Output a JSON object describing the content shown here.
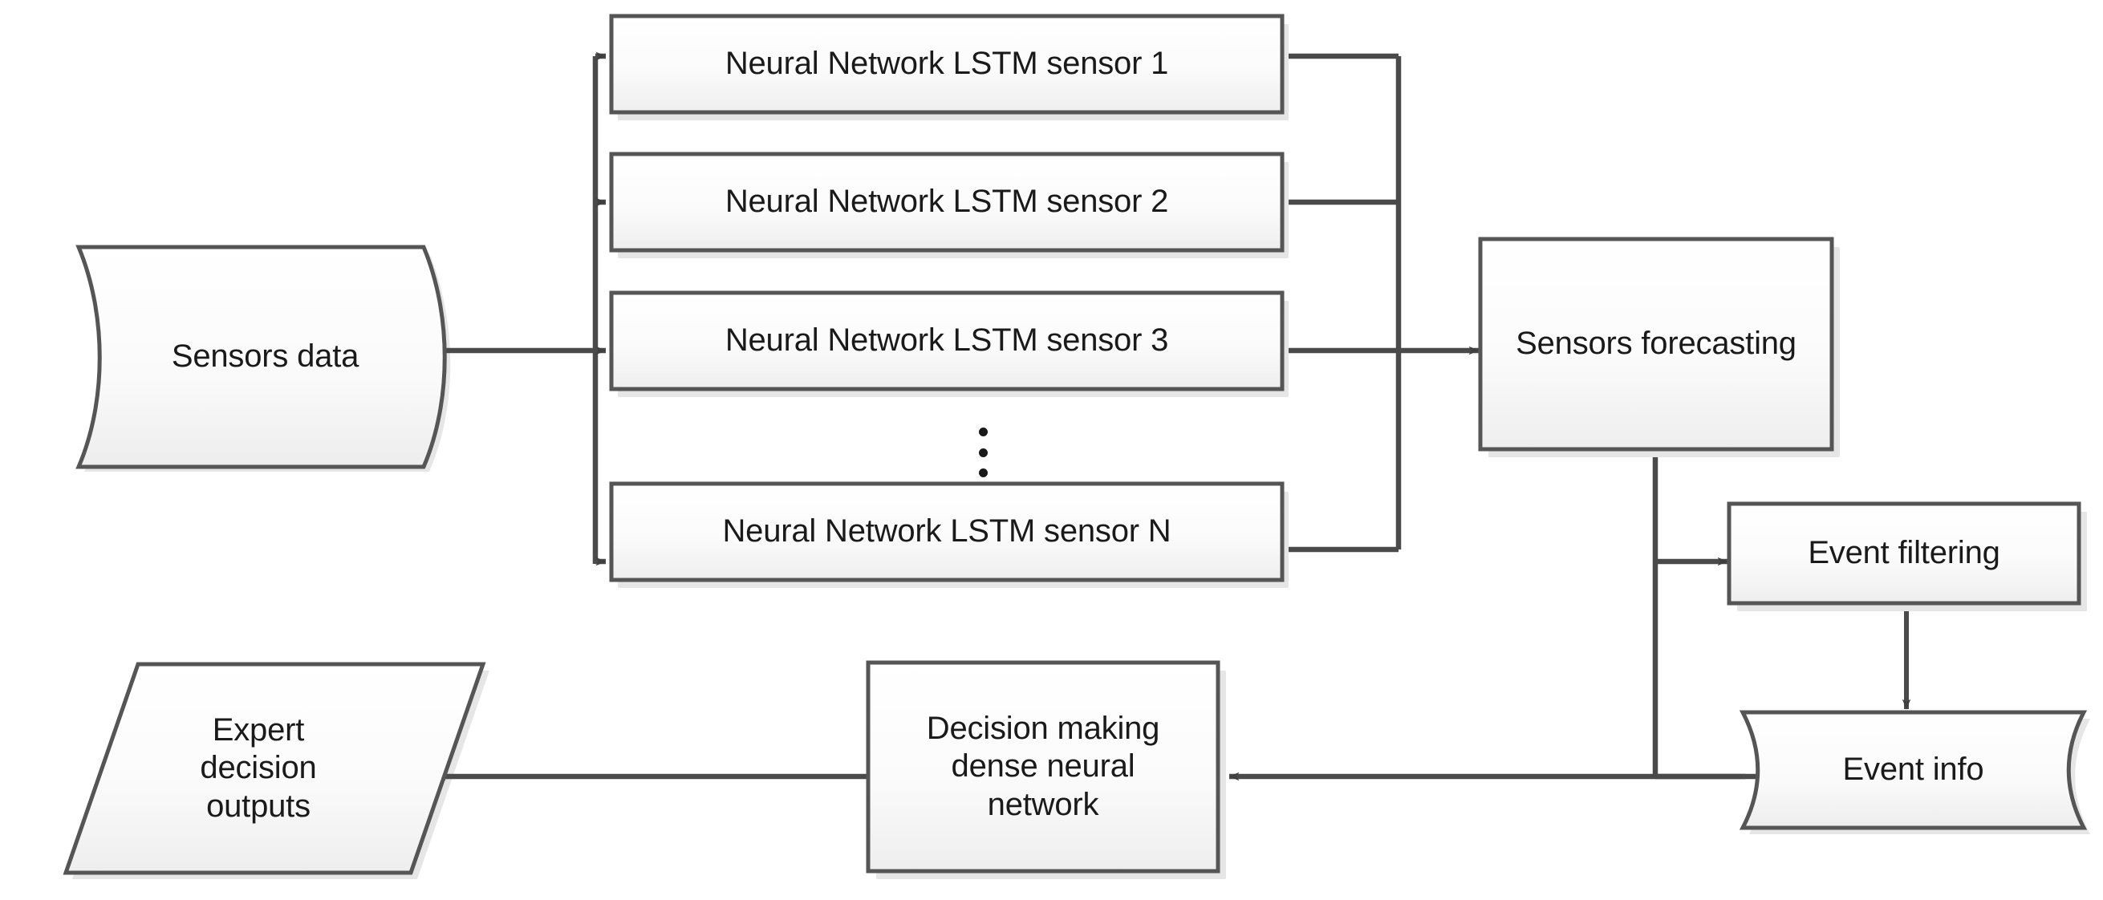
{
  "diagram": {
    "title": "Sensor LSTM forecasting and expert decision pipeline",
    "background_color": "#ffffff",
    "stroke_color": "#555555",
    "arrow_color": "#3f3f3f",
    "node_fill_top": "#ffffff",
    "node_fill_bottom": "#eeeeee",
    "text_color": "#1a1a1a"
  },
  "nodes": {
    "sensors_data": {
      "label": "Sensors data",
      "shape": "data-wave"
    },
    "lstm_sensor_1": {
      "label": "Neural Network LSTM sensor 1",
      "shape": "process-rect"
    },
    "lstm_sensor_2": {
      "label": "Neural Network LSTM sensor 2",
      "shape": "process-rect"
    },
    "lstm_sensor_3": {
      "label": "Neural Network LSTM sensor 3",
      "shape": "process-rect"
    },
    "lstm_sensor_n": {
      "label": "Neural Network LSTM sensor N",
      "shape": "process-rect"
    },
    "sensors_forecasting": {
      "label": "Sensors forecasting",
      "shape": "process-rect"
    },
    "event_filtering": {
      "label": "Event filtering",
      "shape": "process-rect"
    },
    "event_info": {
      "label": "Event info",
      "shape": "data-wave"
    },
    "decision_making": {
      "label": "Decision making\ndense neural\nnetwork",
      "shape": "process-rect"
    },
    "expert_decision_outputs": {
      "label": "Expert\ndecision\noutputs",
      "shape": "parallelogram"
    }
  },
  "ellipsis": {
    "label": "vertical-ellipsis",
    "dot_count": 3
  },
  "edges": [
    {
      "name": "sensors-data-to-lstm-bus",
      "from": "sensors_data",
      "to": "lstm-fanout-bus",
      "arrow": false
    },
    {
      "name": "bus-to-lstm-sensor-1",
      "from": "lstm-fanout-bus",
      "to": "lstm_sensor_1",
      "arrow": true
    },
    {
      "name": "bus-to-lstm-sensor-2",
      "from": "lstm-fanout-bus",
      "to": "lstm_sensor_2",
      "arrow": true
    },
    {
      "name": "bus-to-lstm-sensor-3",
      "from": "lstm-fanout-bus",
      "to": "lstm_sensor_3",
      "arrow": true
    },
    {
      "name": "bus-to-lstm-sensor-n",
      "from": "lstm-fanout-bus",
      "to": "lstm_sensor_n",
      "arrow": true
    },
    {
      "name": "lstm-sensor-1-to-merge-bus",
      "from": "lstm_sensor_1",
      "to": "lstm-merge-bus",
      "arrow": false
    },
    {
      "name": "lstm-sensor-2-to-merge-bus",
      "from": "lstm_sensor_2",
      "to": "lstm-merge-bus",
      "arrow": false
    },
    {
      "name": "lstm-sensor-3-to-merge-bus",
      "from": "lstm_sensor_3",
      "to": "lstm-merge-bus",
      "arrow": false
    },
    {
      "name": "lstm-sensor-n-to-merge-bus",
      "from": "lstm_sensor_n",
      "to": "lstm-merge-bus",
      "arrow": false
    },
    {
      "name": "merge-bus-to-sensors-forecasting",
      "from": "lstm-merge-bus",
      "to": "sensors_forecasting",
      "arrow": true
    },
    {
      "name": "sensors-forecasting-to-event-filtering",
      "from": "sensors_forecasting",
      "to": "event_filtering",
      "arrow": true
    },
    {
      "name": "event-filtering-to-event-info",
      "from": "event_filtering",
      "to": "event_info",
      "arrow": true
    },
    {
      "name": "event-info-to-decision-making",
      "from": "event_info",
      "to": "decision_making",
      "arrow": true
    },
    {
      "name": "sensors-forecasting-to-decision-making",
      "from": "sensors_forecasting",
      "to": "decision_making",
      "arrow": true
    },
    {
      "name": "decision-making-to-expert-decision-outputs",
      "from": "decision_making",
      "to": "expert_decision_outputs",
      "arrow": true
    }
  ]
}
